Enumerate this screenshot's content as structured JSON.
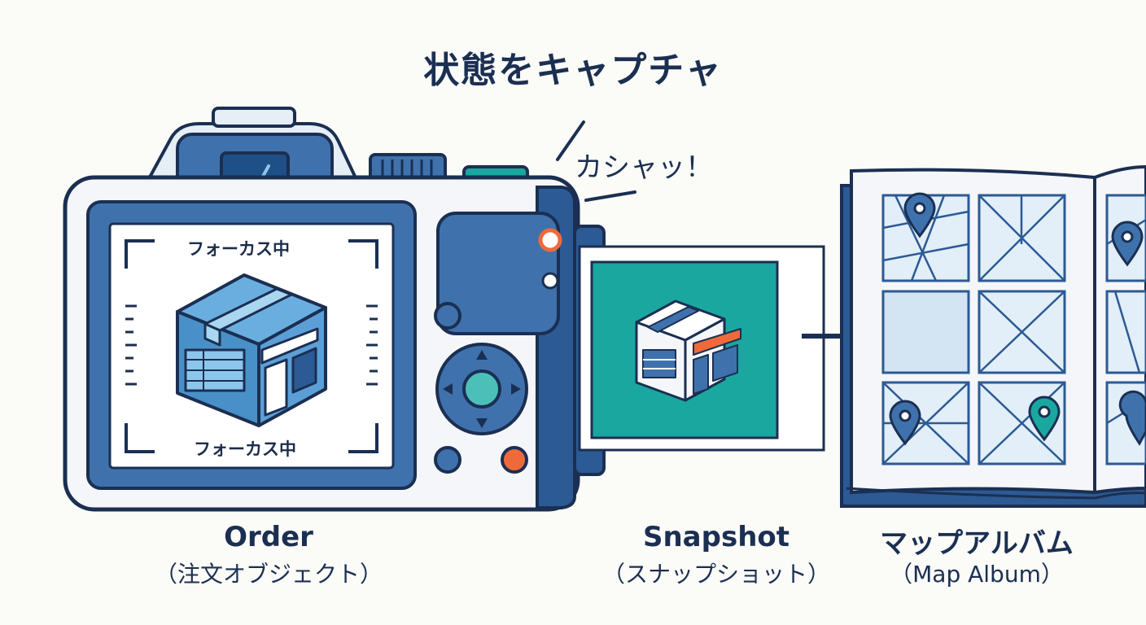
{
  "title": "状態をキャプチャ",
  "sound_effect": "カシャッ！",
  "camera": {
    "focus_label_top": "フォーカス中",
    "focus_label_bottom": "フォーカス中"
  },
  "captions": {
    "order": {
      "label": "Order",
      "sublabel": "（注文オブジェクト）"
    },
    "snapshot": {
      "label": "Snapshot",
      "sublabel": "（スナップショット）"
    },
    "album": {
      "label": "マップアルバム",
      "sublabel": "（Map Album）"
    }
  },
  "icons": [
    "camera-icon",
    "package-box-icon",
    "snapshot-photo-icon",
    "arrow-right-icon",
    "map-album-icon",
    "map-pin-icon"
  ],
  "colors": {
    "navy": "#1b2f52",
    "camera_blue": "#3f72ad",
    "camera_dark": "#2c5a94",
    "teal": "#1aa7a0",
    "orange": "#ef6a3a",
    "light_blue": "#dde9f4",
    "box_blue": "#4a90c8"
  }
}
